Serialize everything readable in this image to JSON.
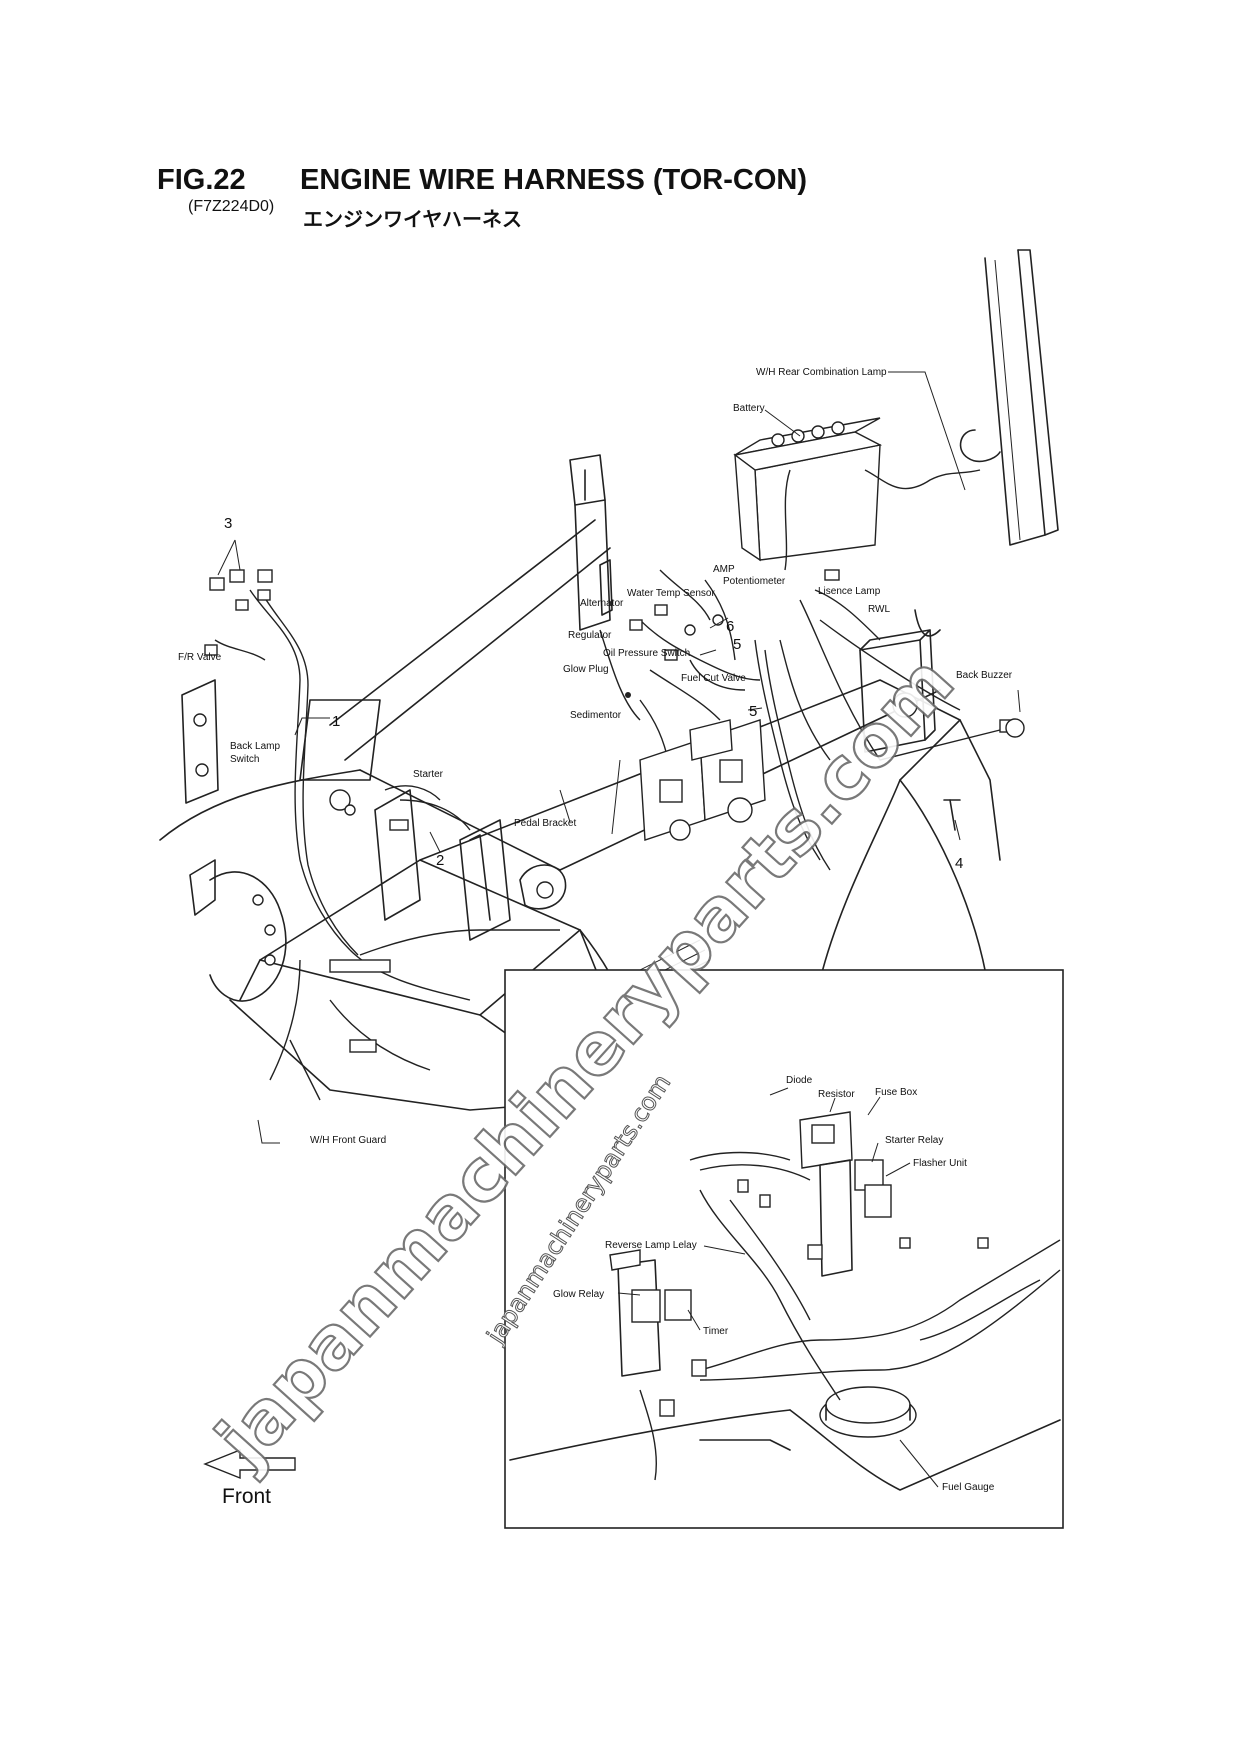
{
  "header": {
    "fig_no": "FIG.22",
    "title": "ENGINE WIRE HARNESS (TOR-CON)",
    "part_code": "(F7Z224D0)",
    "title_jp": "エンジンワイヤハーネス"
  },
  "labels": {
    "rear_combination_lamp": "W/H Rear Combination Lamp",
    "battery": "Battery",
    "amp_potentiometer_1": "AMP",
    "amp_potentiometer_2": "Potentiometer",
    "water_temp_sensor": "Water Temp Sensor",
    "alternator": "Alternator",
    "lisence_lamp": "Lisence Lamp",
    "rwl": "RWL",
    "regulator": "Regulator",
    "oil_pressure_switch": "Oil  Pressure Switch",
    "glow_plug": "Glow Plug",
    "fuel_cut_valve": "Fuel Cut Valve",
    "sedimentor": "Sedimentor",
    "back_buzzer": "Back Buzzer",
    "fr_valve": "F/R Valve",
    "back_lamp_switch_1": "Back Lamp",
    "back_lamp_switch_2": "Switch",
    "starter": "Starter",
    "pedal_bracket": "Pedal Bracket",
    "front_guard": "W/H Front Guard",
    "diode": "Diode",
    "resistor": "Resistor",
    "fuse_box": "Fuse Box",
    "starter_relay": "Starter Relay",
    "flasher_unit": "Flasher Unit",
    "reverse_lamp_lelay": "Reverse Lamp Lelay",
    "glow_relay": "Glow Relay",
    "timer": "Timer",
    "fuel_gauge": "Fuel Gauge",
    "front": "Front"
  },
  "callouts": {
    "n1": "1",
    "n2": "2",
    "n3": "3",
    "n4": "4",
    "n5a": "5",
    "n5b": "5",
    "n6": "6"
  },
  "watermark": {
    "large": "japanmachineryparts.com",
    "small": "japanmachineryparts.com"
  }
}
